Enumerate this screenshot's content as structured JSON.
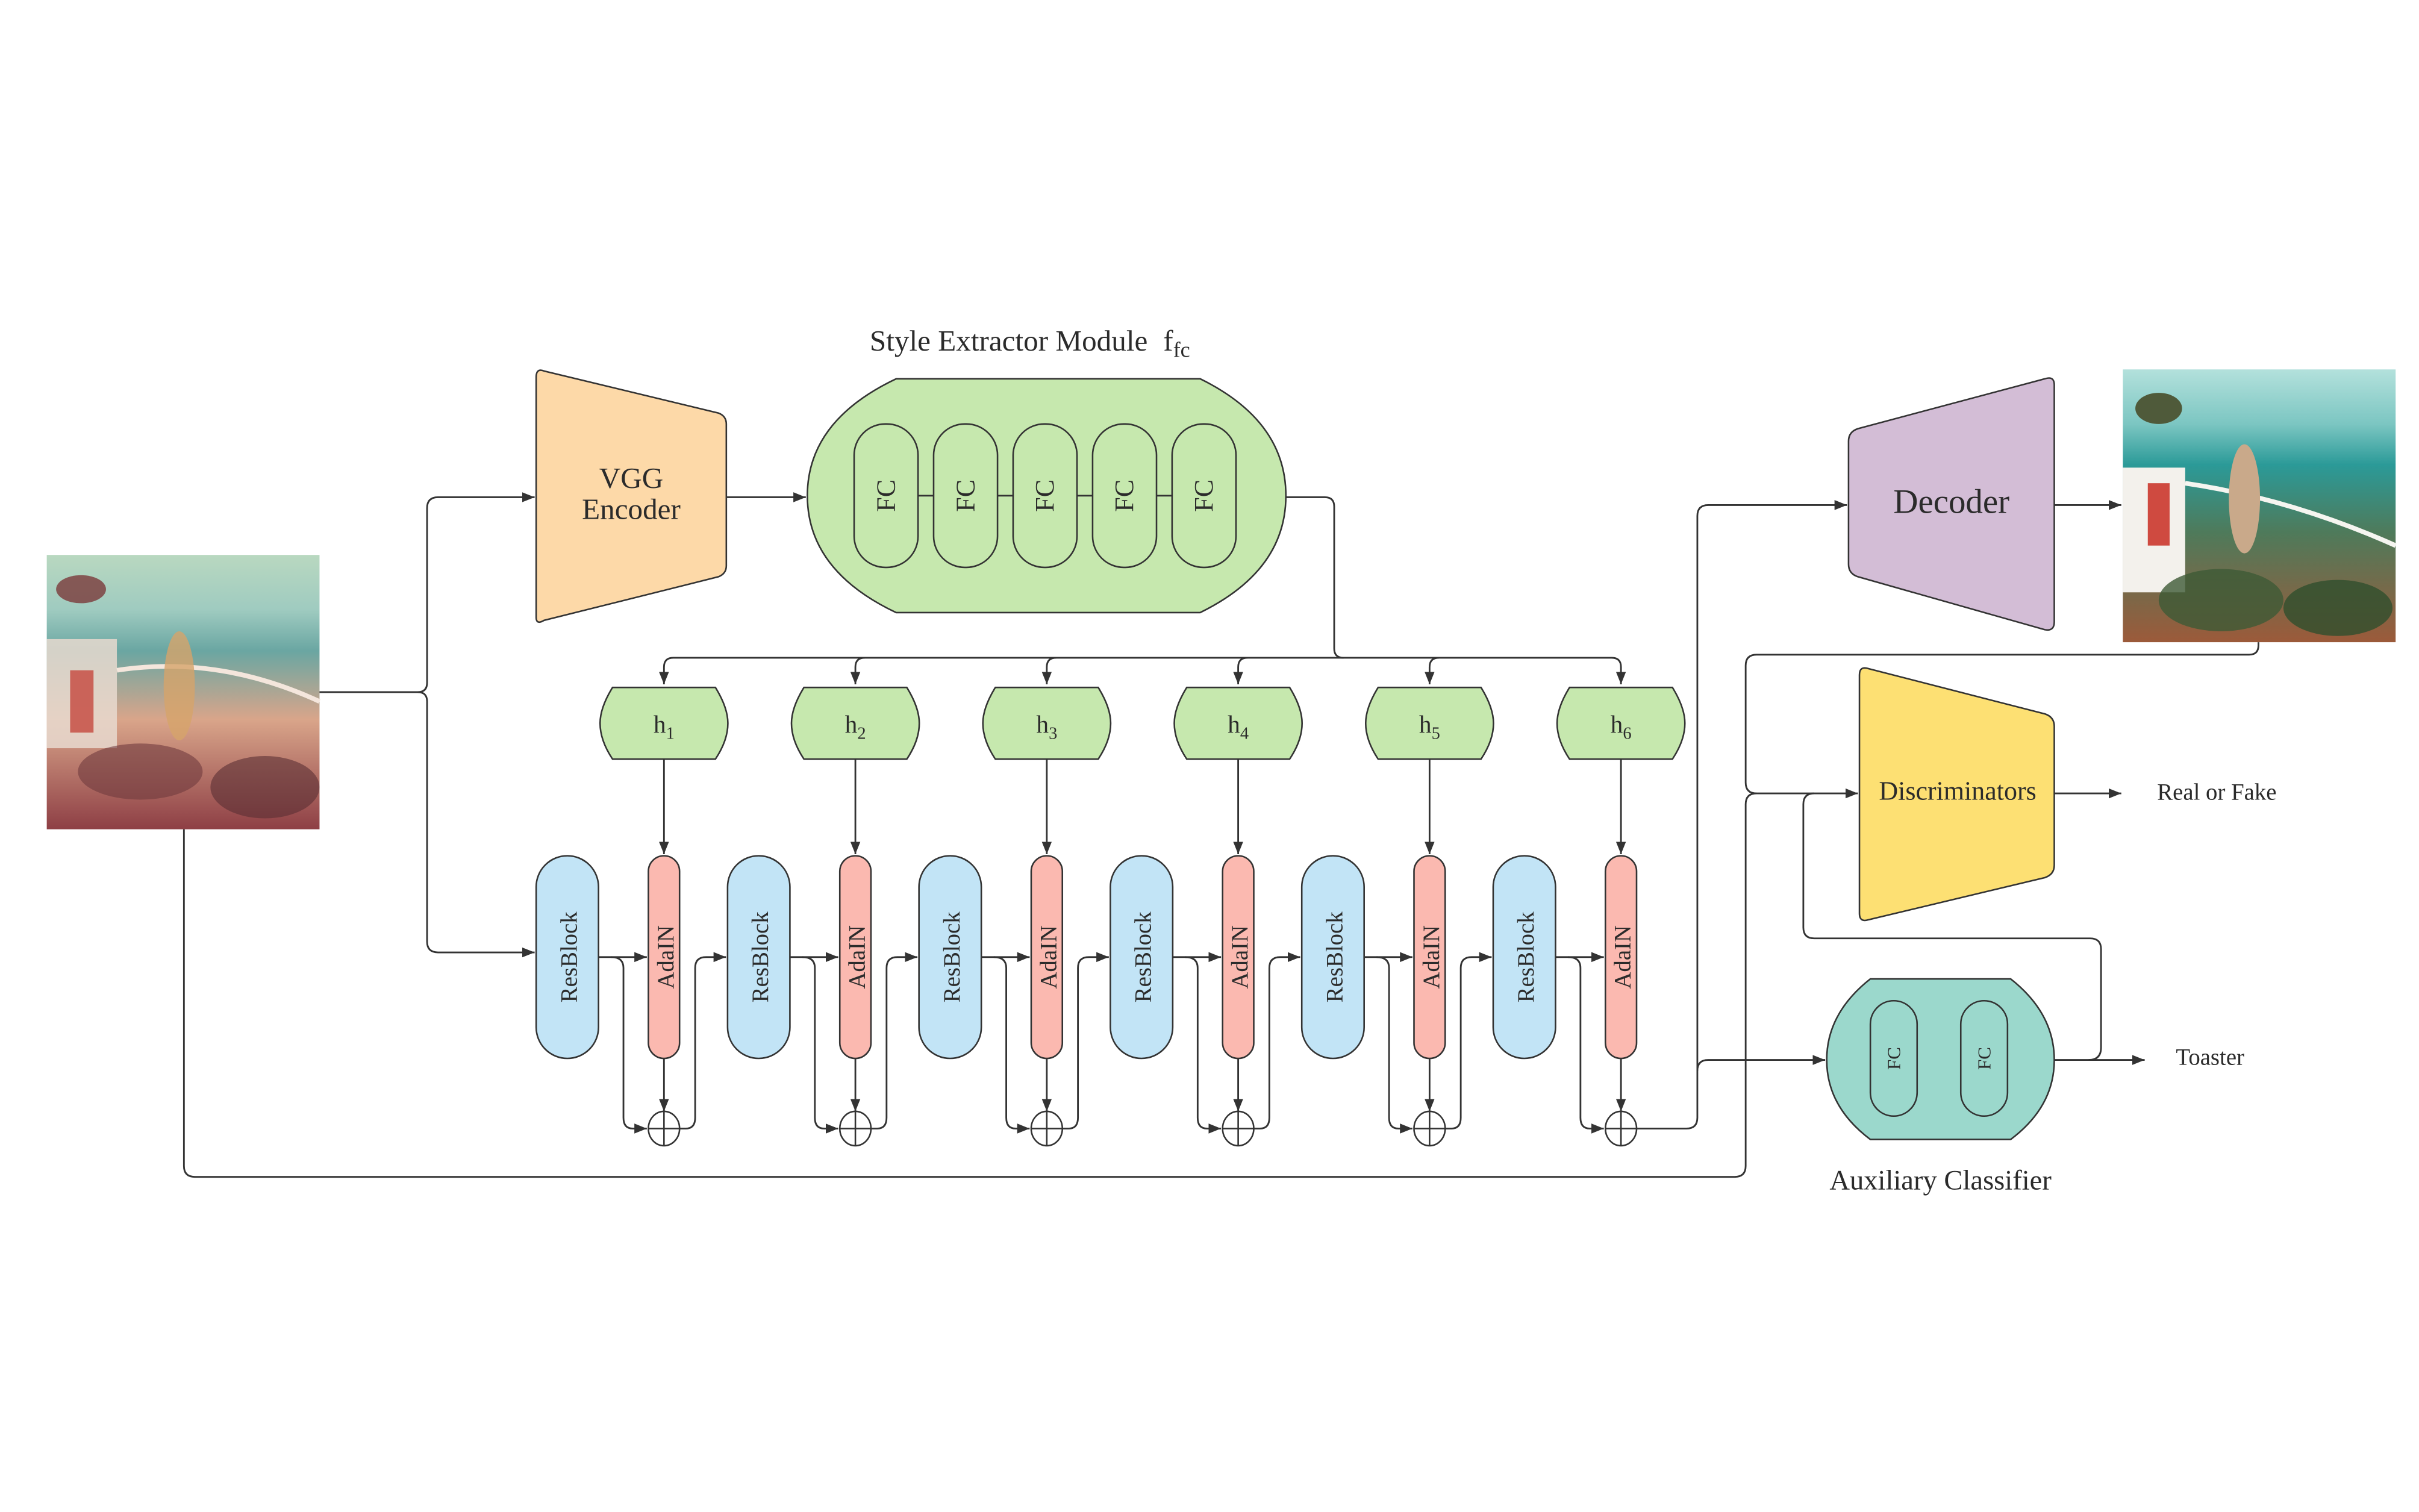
{
  "title": "Style Extractor Module",
  "title_symbol": "f",
  "title_symbol_sub": "fc",
  "encoder": {
    "line1": "VGG",
    "line2": "Encoder"
  },
  "style_extractor": {
    "fc_labels": [
      "FC",
      "FC",
      "FC",
      "FC",
      "FC"
    ]
  },
  "style_codes": [
    {
      "base": "h",
      "sub": "1"
    },
    {
      "base": "h",
      "sub": "2"
    },
    {
      "base": "h",
      "sub": "3"
    },
    {
      "base": "h",
      "sub": "4"
    },
    {
      "base": "h",
      "sub": "5"
    },
    {
      "base": "h",
      "sub": "6"
    }
  ],
  "generator": {
    "resblock_label": "ResBlock",
    "adain_label": "AdaIN",
    "stages": 6
  },
  "decoder": {
    "label": "Decoder"
  },
  "discriminator": {
    "label": "Discriminators",
    "output": "Real or Fake"
  },
  "aux_classifier": {
    "label": "Auxiliary Classifier",
    "fc_labels": [
      "FC",
      "FC"
    ],
    "output": "Toaster"
  },
  "images": {
    "input": "input photo (filtered, warm)",
    "output": "output photo (restored)"
  },
  "colors": {
    "encoder": "#fdd9a8",
    "style_module": "#c6e8ae",
    "resblock": "#c2e4f6",
    "adain": "#fbb9b0",
    "decoder": "#d3bdd6",
    "discriminator": "#fde073",
    "aux_classifier": "#9bd8cc",
    "stroke": "#333333"
  }
}
